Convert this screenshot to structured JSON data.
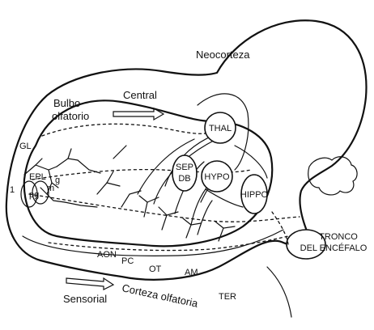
{
  "labels": {
    "neocortex": "Neocorteza",
    "central": "Central",
    "olfactory_bulb_line1": "Bulbo",
    "olfactory_bulb_line2": "olfatorio",
    "thal": "THAL",
    "hypo": "HYPO",
    "sep_line1": "SEP",
    "sep_line2": "DB",
    "hippo": "HIPPO",
    "gl": "GL",
    "epl": "EPL",
    "pg": "pg",
    "m": "m",
    "g": "g",
    "num": "1",
    "aon": "AON",
    "pc": "PC",
    "ot": "OT",
    "am": "AM",
    "ter": "TER",
    "olfactory_cortex": "Corteza olfatoria",
    "sensorial": "Sensorial",
    "brainstem_line1": "TRONCO",
    "brainstem_line2": "DEL ENCÉFALO"
  }
}
